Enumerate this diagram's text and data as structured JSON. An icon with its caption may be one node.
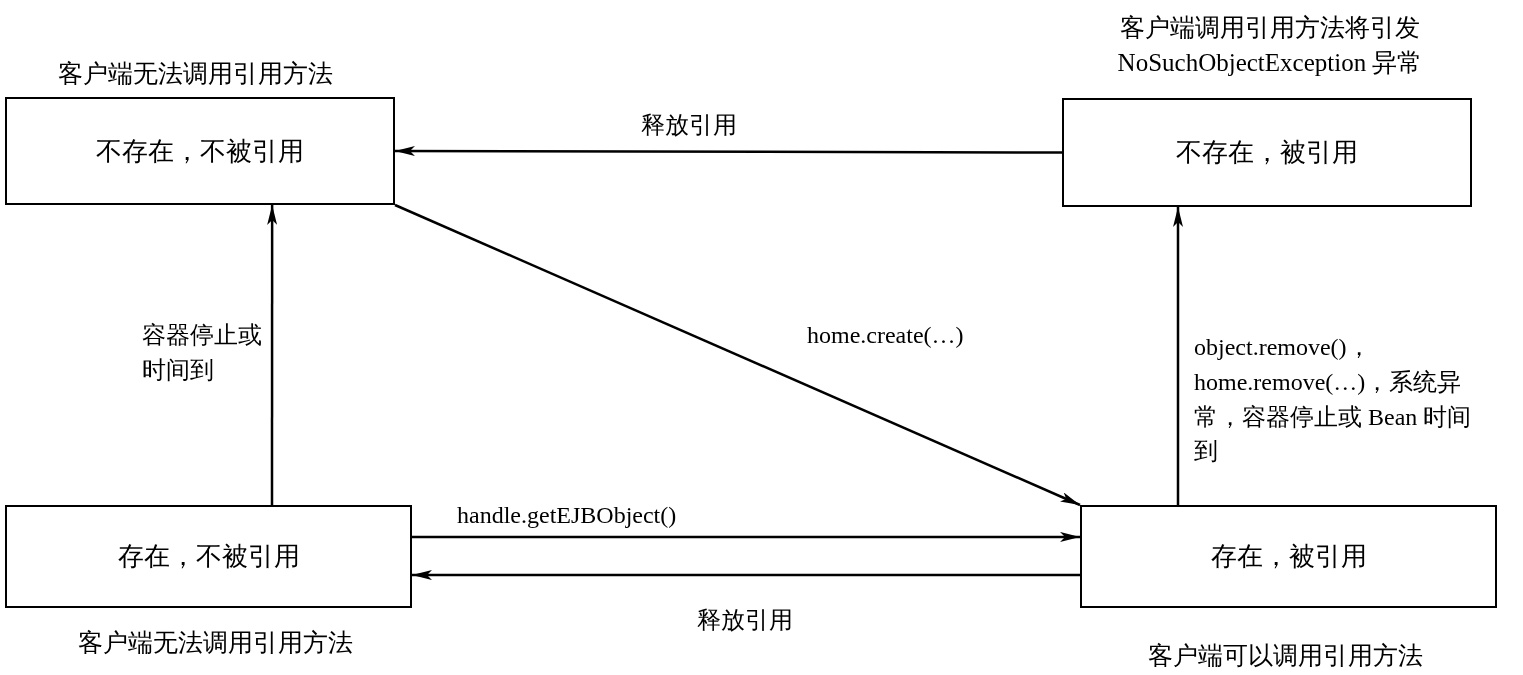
{
  "diagram": {
    "nodes": [
      {
        "text": [
          "不存在，不被引用"
        ],
        "beside": [
          "客户端无法调用引用方法"
        ]
      },
      {
        "text": [
          "不存在，被引用"
        ],
        "beside": [
          "客户端调用引用方法将引发 NoSuchObjectException 异常"
        ]
      },
      {
        "text": [
          "存在，不被引用"
        ],
        "beside": [
          "客户端无法调用引用方法"
        ]
      },
      {
        "text": [
          "存在，被引用"
        ],
        "beside": [
          "客户端可以调用引用方法"
        ]
      }
    ],
    "edges": [
      {
        "from": 1,
        "to": 0,
        "arrow": "to",
        "label": "释放引用"
      },
      {
        "from": 0,
        "to": 3,
        "arrow": "to",
        "label": "home.create(…)"
      },
      {
        "from": 2,
        "to": 0,
        "arrow": "to",
        "label": "容器停止或时间到"
      },
      {
        "from": 3,
        "to": 1,
        "arrow": "to",
        "label": "object.remove()，home.remove(…)，系统异常，容器停止或 Bean 时间到"
      },
      {
        "from": 2,
        "to": 3,
        "arrow": "to",
        "label": "handle.getEJBObject()"
      },
      {
        "from": 3,
        "to": 2,
        "arrow": "to",
        "label": "释放引用"
      }
    ]
  }
}
